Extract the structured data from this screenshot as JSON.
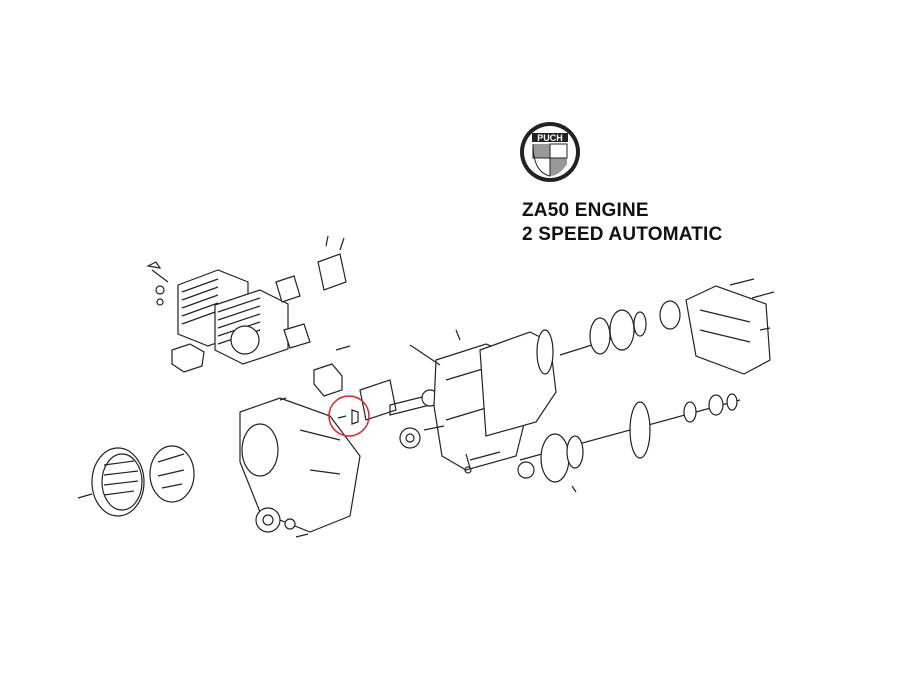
{
  "logo": {
    "text": "PUCH"
  },
  "title": {
    "line1": "ZA50 ENGINE",
    "line2": "2 SPEED AUTOMATIC"
  },
  "highlight": {
    "color": "#e0202a",
    "part": "highlighted-part"
  }
}
